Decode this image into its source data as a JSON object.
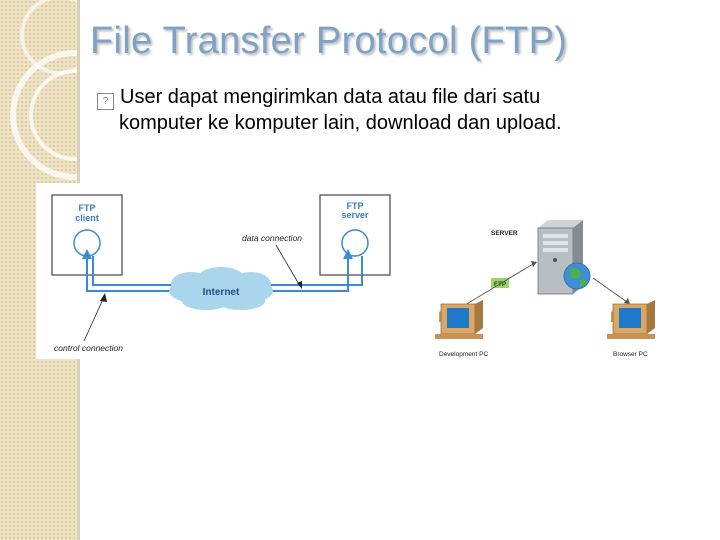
{
  "slide": {
    "title": "File Transfer Protocol (FTP)",
    "bullet_text_line1": "User dapat mengirimkan data atau file dari satu",
    "bullet_text_line2": "komputer ke komputer lain, download dan upload."
  },
  "ftp_diagram": {
    "client_label_1": "FTP",
    "client_label_2": "client",
    "server_label_1": "FTP",
    "server_label_2": "server",
    "cloud_label": "Internet",
    "data_connection_label": "data connection",
    "control_connection_label": "control connection"
  },
  "network_diagram": {
    "server_label": "SERVER",
    "ftp_tag": "FTP",
    "dev_pc_label": "Development PC",
    "browser_pc_label": "Browser PC"
  },
  "colors": {
    "title": "#7ea1c7",
    "accent_line": "#3a8ad6",
    "cloud": "#a9d6ec",
    "ftp_tag": "#9bd36a"
  }
}
